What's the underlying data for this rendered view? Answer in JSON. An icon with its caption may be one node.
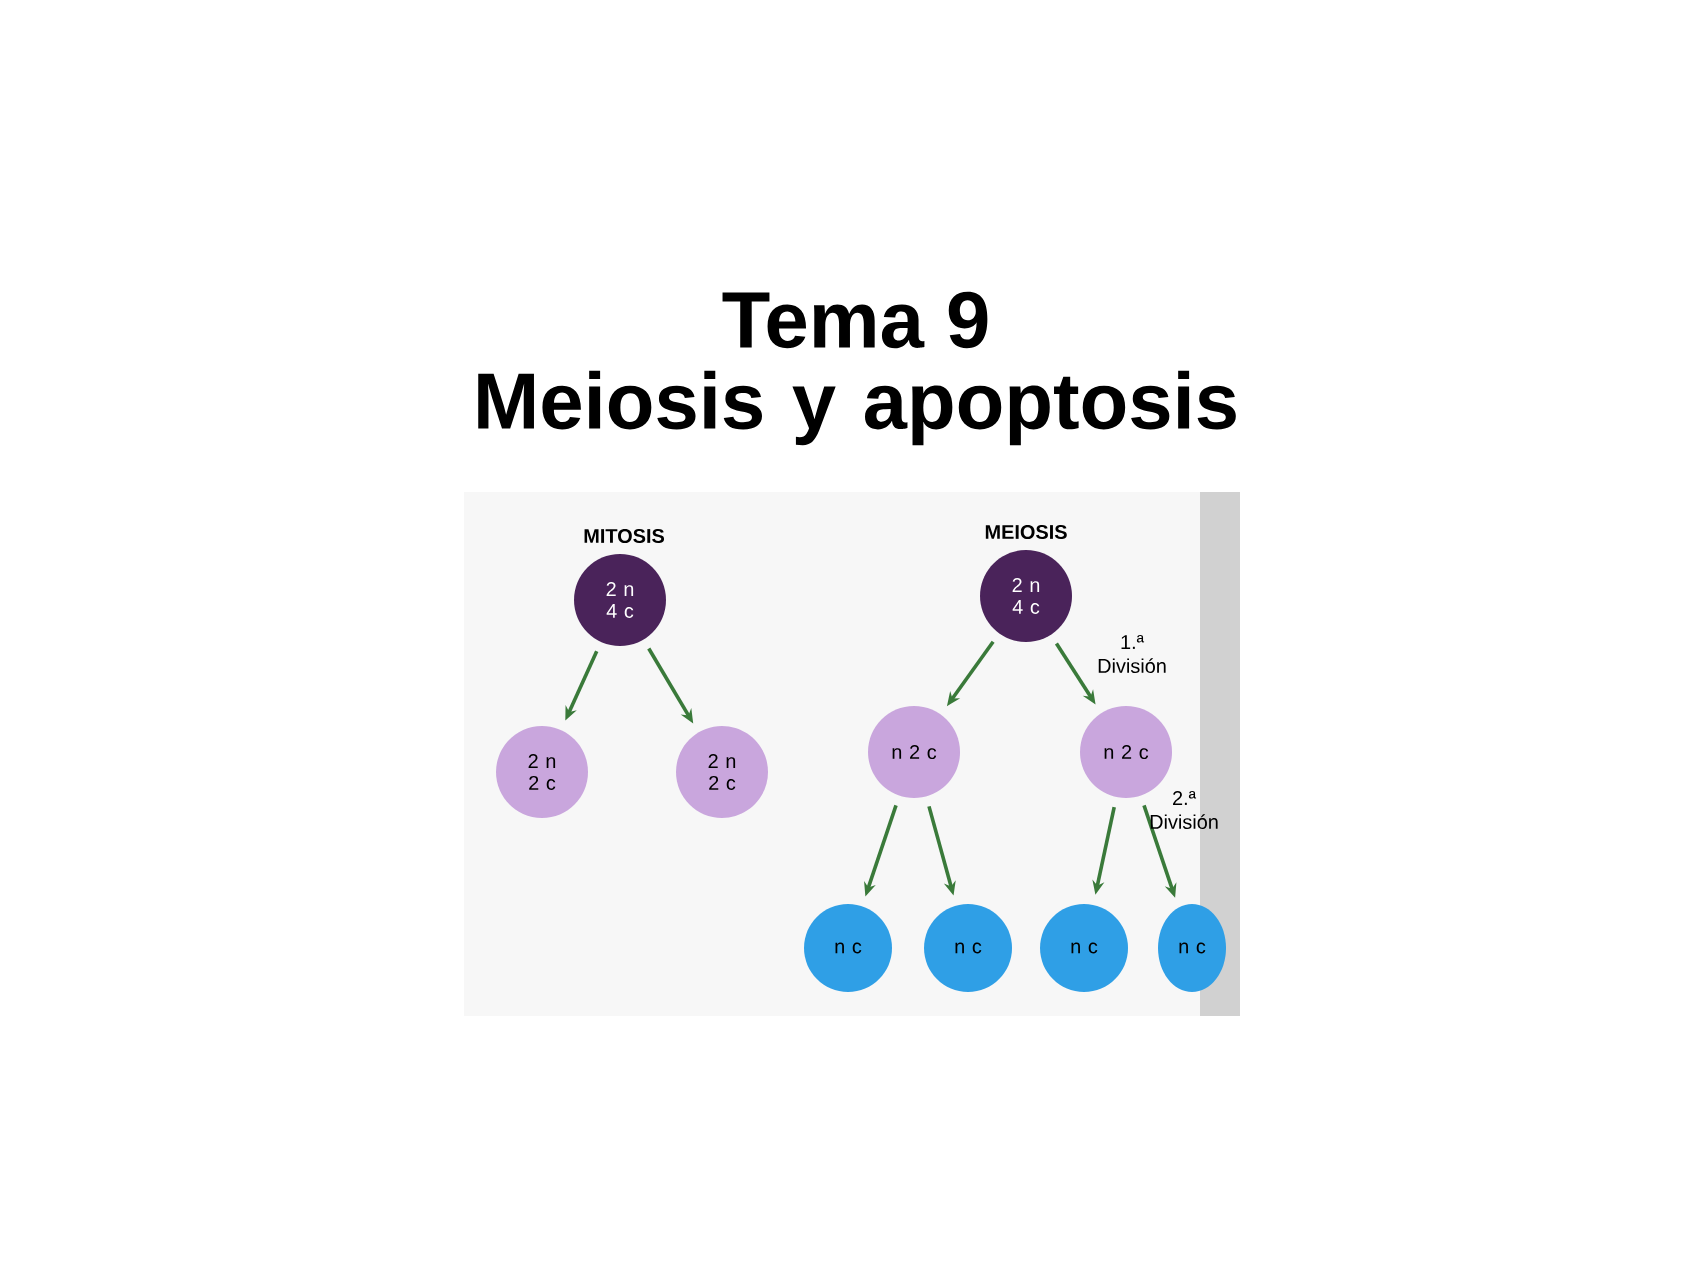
{
  "diagram": {
    "title": "Tema 9",
    "nodes": [
      {
        "text": [
          "2 n 4 c"
        ]
      },
      {
        "text": [
          "2 n 2 c"
        ]
      },
      {
        "text": [
          "2 n 2 c"
        ]
      },
      {
        "text": [
          "2 n 4 c"
        ]
      },
      {
        "text": [
          "n 2 c"
        ]
      },
      {
        "text": [
          "n 2 c"
        ]
      },
      {
        "text": [
          "n c"
        ]
      },
      {
        "text": [
          "n c"
        ]
      },
      {
        "text": [
          "n c"
        ]
      },
      {
        "text": [
          "n c"
        ]
      }
    ],
    "edges": [
      {
        "from": 0,
        "to": 1,
        "arrow": "to"
      },
      {
        "from": 0,
        "to": 2,
        "arrow": "to"
      },
      {
        "from": 3,
        "to": 4,
        "arrow": "to"
      },
      {
        "from": 3,
        "to": 5,
        "arrow": "to"
      },
      {
        "from": 4,
        "to": 6,
        "arrow": "to"
      },
      {
        "from": 4,
        "to": 7,
        "arrow": "to"
      },
      {
        "from": 5,
        "to": 8,
        "arrow": "to"
      },
      {
        "from": 5,
        "to": 9,
        "arrow": "to"
      }
    ],
    "labels": [
      "Meiosis y apoptosis",
      "MITOSIS",
      "MEIOSIS",
      "1.ª División",
      "2.ª División"
    ]
  }
}
